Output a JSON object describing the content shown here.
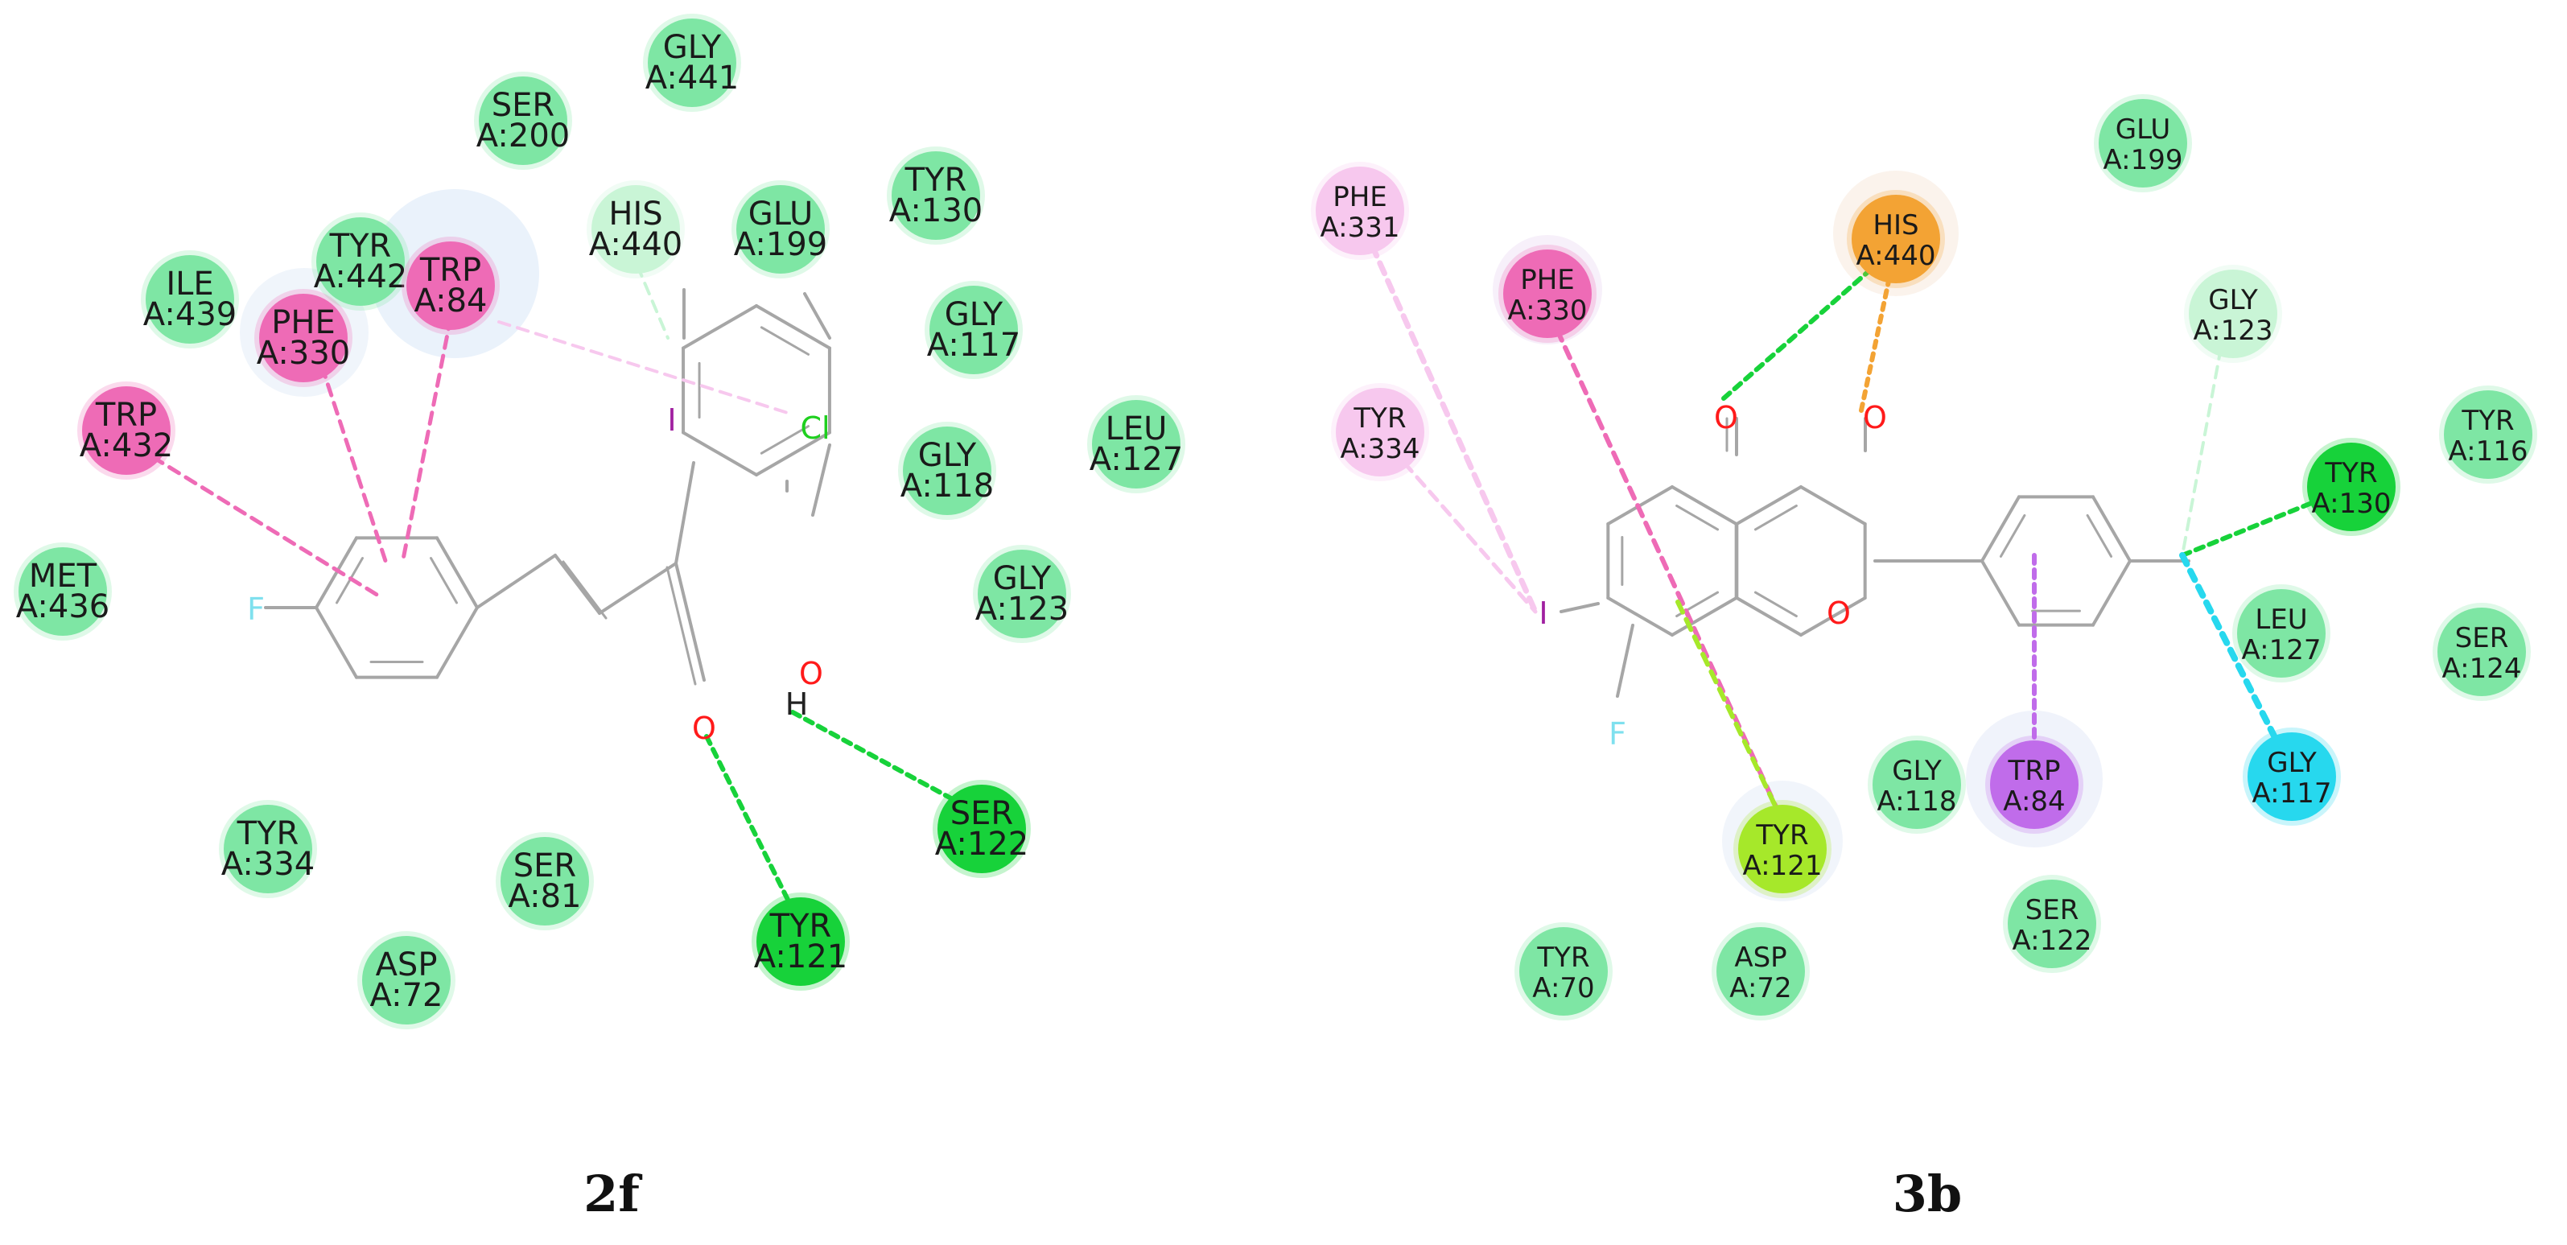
{
  "colors": {
    "vdw": "#7ee6a4",
    "hbond_conventional": "#17d23a",
    "carbon_hbond": "#c9f5d6",
    "pi_pi": "#ee6bb6",
    "pi_alkyl": "#f7c8ee",
    "pi_sigma": "#a6e82a",
    "pi_anion_or_sulfur": "#f3a334",
    "amide_pi": "#c06cea",
    "halogen": "#27d8ee",
    "bond": "#a6a6a6"
  },
  "panels": [
    {
      "label": "2f",
      "residues": [
        {
          "id": "r2f-gly441",
          "name": "GLY",
          "num": "A:441",
          "type": "vdw"
        },
        {
          "id": "r2f-ser200",
          "name": "SER",
          "num": "A:200",
          "type": "vdw"
        },
        {
          "id": "r2f-tyr130",
          "name": "TYR",
          "num": "A:130",
          "type": "vdw"
        },
        {
          "id": "r2f-his440",
          "name": "HIS",
          "num": "A:440",
          "type": "carbon_hbond"
        },
        {
          "id": "r2f-glu199",
          "name": "GLU",
          "num": "A:199",
          "type": "vdw"
        },
        {
          "id": "r2f-tyr442",
          "name": "TYR",
          "num": "A:442",
          "type": "vdw"
        },
        {
          "id": "r2f-trp84",
          "name": "TRP",
          "num": "A:84",
          "type": "pi_pi"
        },
        {
          "id": "r2f-ile439",
          "name": "ILE",
          "num": "A:439",
          "type": "vdw"
        },
        {
          "id": "r2f-phe330",
          "name": "PHE",
          "num": "A:330",
          "type": "pi_pi"
        },
        {
          "id": "r2f-gly117",
          "name": "GLY",
          "num": "A:117",
          "type": "vdw"
        },
        {
          "id": "r2f-trp432",
          "name": "TRP",
          "num": "A:432",
          "type": "pi_pi"
        },
        {
          "id": "r2f-gly118",
          "name": "GLY",
          "num": "A:118",
          "type": "vdw"
        },
        {
          "id": "r2f-leu127",
          "name": "LEU",
          "num": "A:127",
          "type": "vdw"
        },
        {
          "id": "r2f-met436",
          "name": "MET",
          "num": "A:436",
          "type": "vdw"
        },
        {
          "id": "r2f-gly123",
          "name": "GLY",
          "num": "A:123",
          "type": "vdw"
        },
        {
          "id": "r2f-ser122",
          "name": "SER",
          "num": "A:122",
          "type": "hbond_conventional"
        },
        {
          "id": "r2f-tyr334",
          "name": "TYR",
          "num": "A:334",
          "type": "vdw"
        },
        {
          "id": "r2f-ser81",
          "name": "SER",
          "num": "A:81",
          "type": "vdw"
        },
        {
          "id": "r2f-tyr121",
          "name": "TYR",
          "num": "A:121",
          "type": "hbond_conventional"
        },
        {
          "id": "r2f-asp72",
          "name": "ASP",
          "num": "A:72",
          "type": "vdw"
        }
      ],
      "atoms": [
        {
          "id": "a2f-f",
          "label": "F",
          "color": "#7fe0ee"
        },
        {
          "id": "a2f-i",
          "label": "I",
          "color": "#a020a0"
        },
        {
          "id": "a2f-cl",
          "label": "Cl",
          "color": "#1fd01f"
        },
        {
          "id": "a2f-o-carbonyl",
          "label": "O",
          "color": "#ff1a1a"
        },
        {
          "id": "a2f-o-hydroxyl",
          "label": "O",
          "color": "#ff1a1a"
        },
        {
          "id": "a2f-h",
          "label": "H",
          "color": "#222222"
        }
      ]
    },
    {
      "label": "3b",
      "residues": [
        {
          "id": "r3b-glu199",
          "name": "GLU",
          "num": "A:199",
          "type": "vdw"
        },
        {
          "id": "r3b-phe331",
          "name": "PHE",
          "num": "A:331",
          "type": "pi_alkyl"
        },
        {
          "id": "r3b-his440",
          "name": "HIS",
          "num": "A:440",
          "type": "pi_anion_or_sulfur"
        },
        {
          "id": "r3b-phe330",
          "name": "PHE",
          "num": "A:330",
          "type": "pi_pi"
        },
        {
          "id": "r3b-gly123",
          "name": "GLY",
          "num": "A:123",
          "type": "carbon_hbond"
        },
        {
          "id": "r3b-tyr334",
          "name": "TYR",
          "num": "A:334",
          "type": "pi_alkyl"
        },
        {
          "id": "r3b-tyr116",
          "name": "TYR",
          "num": "A:116",
          "type": "vdw"
        },
        {
          "id": "r3b-tyr130",
          "name": "TYR",
          "num": "A:130",
          "type": "hbond_conventional"
        },
        {
          "id": "r3b-leu127",
          "name": "LEU",
          "num": "A:127",
          "type": "vdw"
        },
        {
          "id": "r3b-ser124",
          "name": "SER",
          "num": "A:124",
          "type": "vdw"
        },
        {
          "id": "r3b-gly118",
          "name": "GLY",
          "num": "A:118",
          "type": "vdw"
        },
        {
          "id": "r3b-trp84",
          "name": "TRP",
          "num": "A:84",
          "type": "amide_pi"
        },
        {
          "id": "r3b-gly117",
          "name": "GLY",
          "num": "A:117",
          "type": "halogen"
        },
        {
          "id": "r3b-tyr121",
          "name": "TYR",
          "num": "A:121",
          "type": "pi_sigma"
        },
        {
          "id": "r3b-ser122",
          "name": "SER",
          "num": "A:122",
          "type": "vdw"
        },
        {
          "id": "r3b-tyr70",
          "name": "TYR",
          "num": "A:70",
          "type": "vdw"
        },
        {
          "id": "r3b-asp72",
          "name": "ASP",
          "num": "A:72",
          "type": "vdw"
        }
      ],
      "atoms": [
        {
          "id": "a3b-i",
          "label": "I",
          "color": "#a020a0"
        },
        {
          "id": "a3b-f-left",
          "label": "F",
          "color": "#7fe0ee"
        },
        {
          "id": "a3b-o-carbonyl",
          "label": "O",
          "color": "#ff1a1a"
        },
        {
          "id": "a3b-o-hydroxyl",
          "label": "O",
          "color": "#ff1a1a"
        },
        {
          "id": "a3b-o-ring",
          "label": "O",
          "color": "#ff1a1a"
        }
      ]
    }
  ]
}
